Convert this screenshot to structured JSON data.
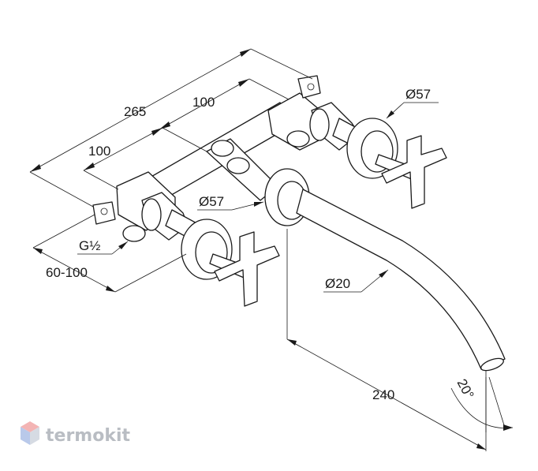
{
  "dimensions": {
    "overall_width": "265",
    "centre_spacing_right": "100",
    "centre_spacing_left": "100",
    "handle_diameter_right": "Ø57",
    "handle_diameter_left": "Ø57",
    "thread": "G½",
    "wall_depth": "60-100",
    "spout_diameter": "Ø20",
    "spout_projection": "240",
    "spout_angle": "20°"
  },
  "watermark": {
    "brand": "termokit",
    "colors": {
      "top": "#f3b4b4",
      "left": "#b9c9ea",
      "right": "#d6dbe3"
    }
  }
}
